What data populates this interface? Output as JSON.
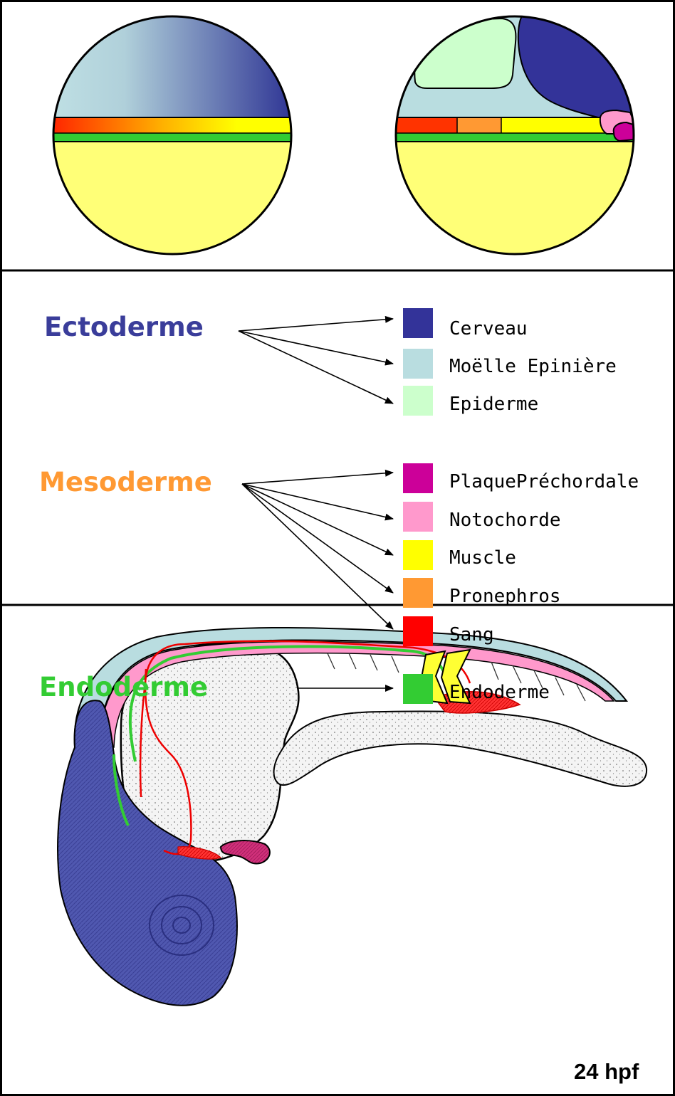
{
  "germ_layers": [
    {
      "label": "Ectoderme",
      "color": "#3a3d9a"
    },
    {
      "label": "Mesoderme",
      "color": "#ff9933"
    },
    {
      "label": "Endoderme",
      "color": "#33cc33"
    }
  ],
  "tissues": [
    {
      "label": "Cerveau",
      "color": "#333399",
      "layer": "Ectoderme"
    },
    {
      "label": "Moëlle Epinière",
      "color": "#b9dde0",
      "layer": "Ectoderme"
    },
    {
      "label": "Epiderme",
      "color": "#ccffcc",
      "layer": "Ectoderme"
    },
    {
      "label": "PlaquePréchordale",
      "color": "#cc0099",
      "layer": "Mesoderme"
    },
    {
      "label": "Notochorde",
      "color": "#ff99cc",
      "layer": "Mesoderme"
    },
    {
      "label": "Muscle",
      "color": "#ffff00",
      "layer": "Mesoderme"
    },
    {
      "label": "Pronephros",
      "color": "#ff9933",
      "layer": "Mesoderme"
    },
    {
      "label": "Sang",
      "color": "#ff0000",
      "layer": "Mesoderme"
    },
    {
      "label": "Endoderme",
      "color": "#33cc33",
      "layer": "Endoderme"
    }
  ],
  "stage_label": "24 hpf"
}
